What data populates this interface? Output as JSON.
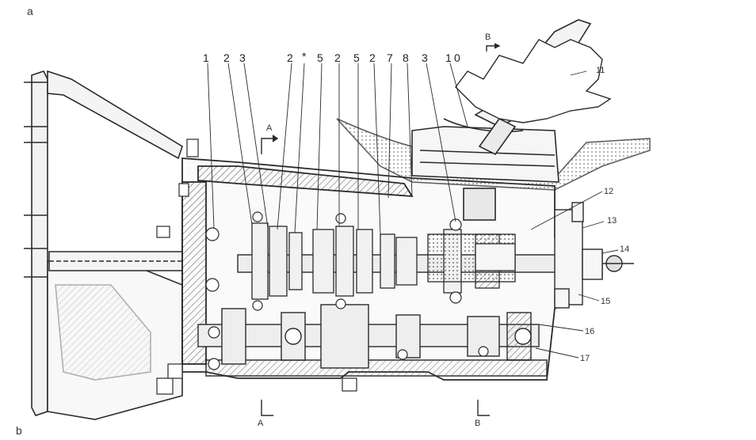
{
  "corner_labels": {
    "top": "a",
    "bottom": "b"
  },
  "callouts_top": [
    "1",
    "2",
    "3",
    "2",
    "*",
    "5",
    "2",
    "5",
    "2",
    "7",
    "8",
    "3",
    "1",
    "0"
  ],
  "callouts_side": [
    "11",
    "12",
    "13",
    "14",
    "15",
    "16",
    "17"
  ],
  "section_marks": {
    "a_top": "A",
    "a_bottom": "A",
    "b_top": "B",
    "b_bottom": "B"
  },
  "colors": {
    "line": "#2a2a2a",
    "hatch": "#6a6a6a",
    "fill_light": "#f4f4f4"
  }
}
